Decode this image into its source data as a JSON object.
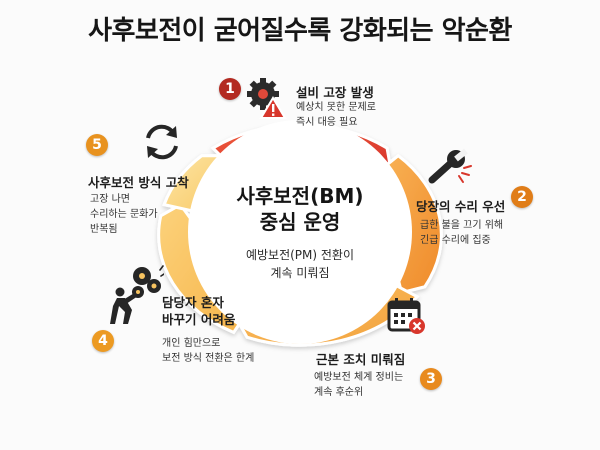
{
  "title": "사후보전이 굳어질수록 강화되는 악순환",
  "center": {
    "title": "사후보전(BM)\n중심 운영",
    "subtitle": "예방보전(PM) 전환이\n계속 미뤄짐"
  },
  "steps": [
    {
      "number": "1",
      "title": "설비 고장 발생",
      "desc": "예상치 못한 문제로\n즉시 대응 필요",
      "icon": "gear-warning-icon",
      "color": "#d8372c"
    },
    {
      "number": "2",
      "title": "당장의 수리 우선",
      "desc": "급한 불을 끄기 위해\n긴급 수리에 집중",
      "icon": "wrench-icon",
      "color": "#e98c24"
    },
    {
      "number": "3",
      "title": "근본 조치 미뤄짐",
      "desc": "예방보전 체계 정비는\n계속 후순위",
      "icon": "calendar-cancel-icon",
      "color": "#ee9d2c"
    },
    {
      "number": "4",
      "title": "담당자 혼자\n바꾸기 어려움",
      "desc": "개인 힘만으로\n보전 방식 전환은 한계",
      "icon": "person-pushing-gears-icon",
      "color": "#f0a32f"
    },
    {
      "number": "5",
      "title": "사후보전 방식 고착",
      "desc": "고장 나면\n수리하는 문화가\n반복됨",
      "icon": "cycle-arrows-icon",
      "color": "#eea536"
    }
  ]
}
